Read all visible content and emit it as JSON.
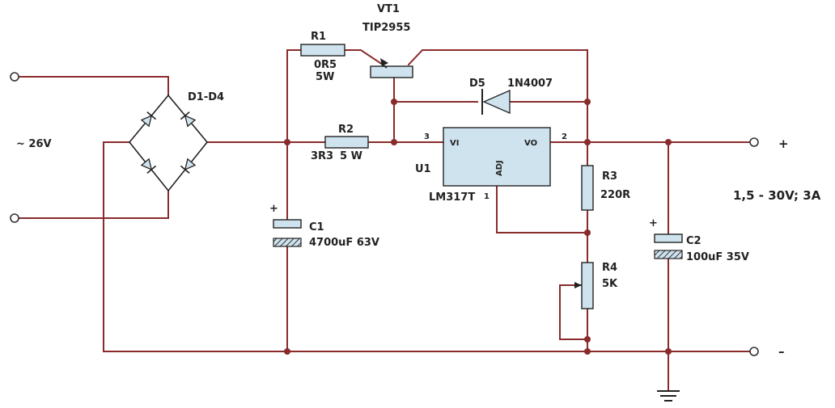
{
  "input": {
    "voltage_label": "~ 26V"
  },
  "output": {
    "spec_label": "1,5 - 30V;  3A",
    "plus_label": "+",
    "minus_label": "–"
  },
  "bridge": {
    "ref": "D1-D4"
  },
  "r1": {
    "ref": "R1",
    "value": "0R5",
    "power": "5W"
  },
  "r2": {
    "ref": "R2",
    "value": "3R3",
    "power": "5 W"
  },
  "r3": {
    "ref": "R3",
    "value": "220R"
  },
  "r4": {
    "ref": "R4",
    "value": "5K"
  },
  "c1": {
    "ref": "C1",
    "value": "4700uF 63V",
    "polarity": "+"
  },
  "c2": {
    "ref": "C2",
    "value": "100uF 35V",
    "polarity": "+"
  },
  "d5": {
    "ref": "D5",
    "part": "1N4007"
  },
  "vt1": {
    "ref": "VT1",
    "part": "TIP2955"
  },
  "u1": {
    "ref": "U1",
    "part": "LM317T",
    "pin_vi": "VI",
    "pin_vo": "VO",
    "pin_adj": "ADJ",
    "pin3": "3",
    "pin2": "2",
    "pin1": "1"
  },
  "colors": {
    "wire": "#8a2b2b",
    "component_fill": "#cfe3ee"
  }
}
